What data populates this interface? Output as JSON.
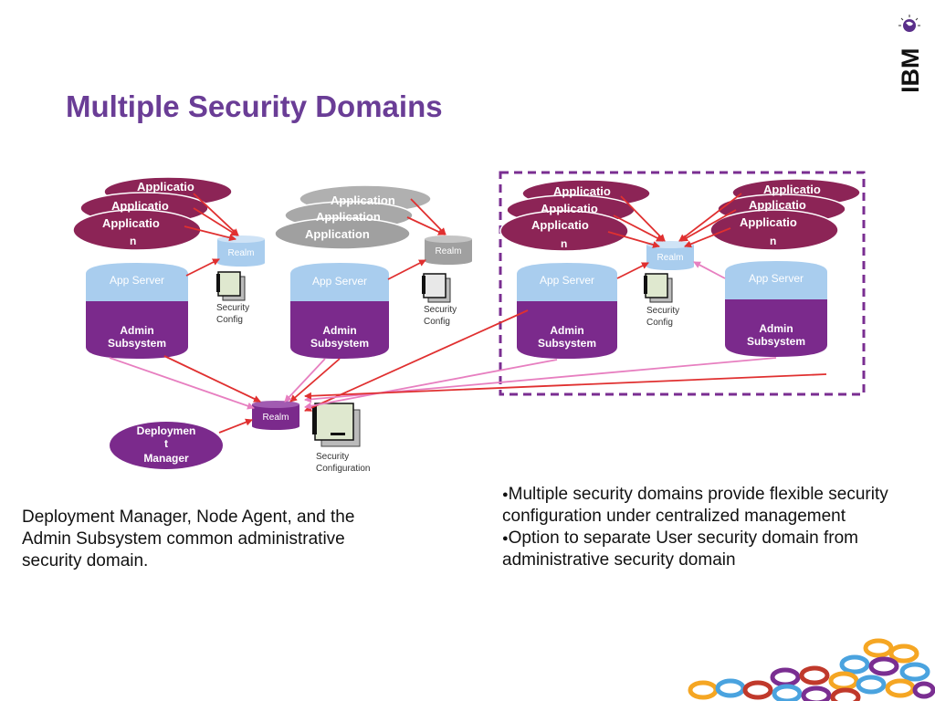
{
  "title": "Multiple Security Domains",
  "brand": "IBM",
  "labels": {
    "application": "Applicatio",
    "application_n": "n",
    "application_full": "Application",
    "realm": "Realm",
    "app_server": "App Server",
    "admin": "Admin",
    "subsystem": "Subsystem",
    "security": "Security",
    "config": "Config",
    "configuration": "Configuration",
    "dm_line1": "Deploymen",
    "dm_line2": "t",
    "dm_line3": "Manager"
  },
  "left_note": "Deployment Manager, Node Agent, and the Admin Subsystem common administrative security domain.",
  "bullets": [
    "Multiple security domains provide flexible security configuration under centralized management",
    "Option to separate User security domain from administrative security domain"
  ],
  "colors": {
    "purple": "#7b2a8c",
    "maroon": "#8c2456",
    "gray_cloud": "#a0a0a0",
    "light_blue": "#a9cdee",
    "red_arrow": "#e03030",
    "pink_arrow": "#e77fc0",
    "title": "#6a3d96",
    "dashed": "#7a2e91"
  }
}
